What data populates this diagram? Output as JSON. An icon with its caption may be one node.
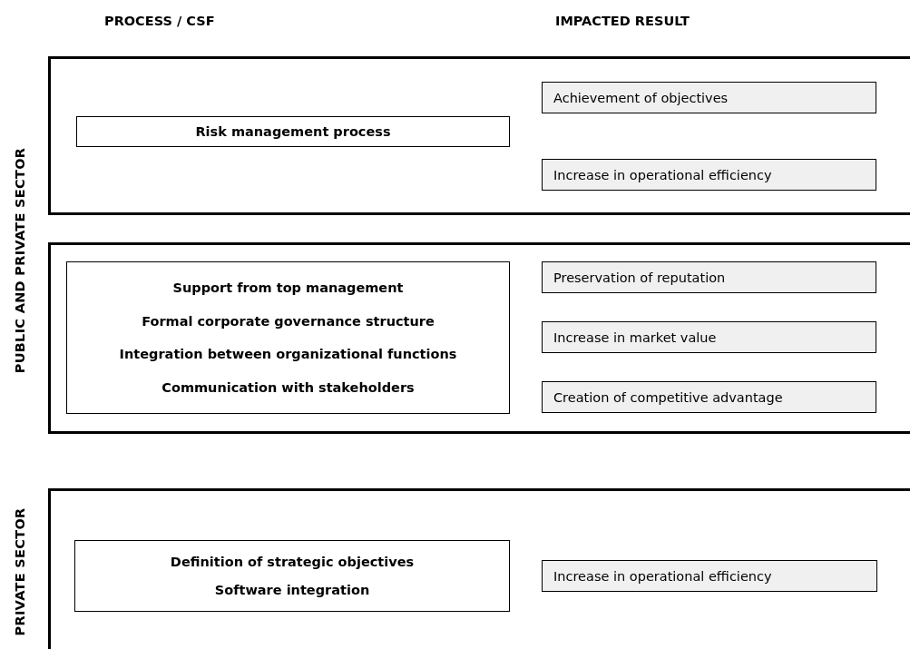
{
  "diagram": {
    "nodes": [
      {
        "text": [],
        "shape": "box"
      },
      {
        "text": [
          "Risk management process"
        ],
        "in": 0
      },
      {
        "text": [
          "Achievement of objectives"
        ],
        "in": 0
      },
      {
        "text": [
          "Increase in operational efficiency"
        ],
        "in": 0
      },
      {
        "text": [],
        "shape": "box"
      },
      {
        "text": [
          "Support from top management",
          "Formal corporate governance structure",
          "Integration between organizational functions",
          "Communication with stakeholders"
        ],
        "in": 4
      },
      {
        "text": [
          "Preservation of reputation"
        ],
        "in": 4
      },
      {
        "text": [
          "Increase in market value"
        ],
        "in": 4
      },
      {
        "text": [
          "Creation of competitive advantage"
        ],
        "in": 4
      },
      {
        "text": [],
        "shape": "box"
      },
      {
        "text": [
          "Definition of strategic objectives",
          "Software integration"
        ],
        "in": 9
      },
      {
        "text": [
          "Increase in operational efficiency"
        ],
        "in": 9
      }
    ],
    "edges": [],
    "labels": [
      "PROCESS / CSF",
      "IMPACTED RESULT",
      "PUBLIC AND PRIVATE SECTOR",
      "PRIVATE SECTOR"
    ]
  }
}
